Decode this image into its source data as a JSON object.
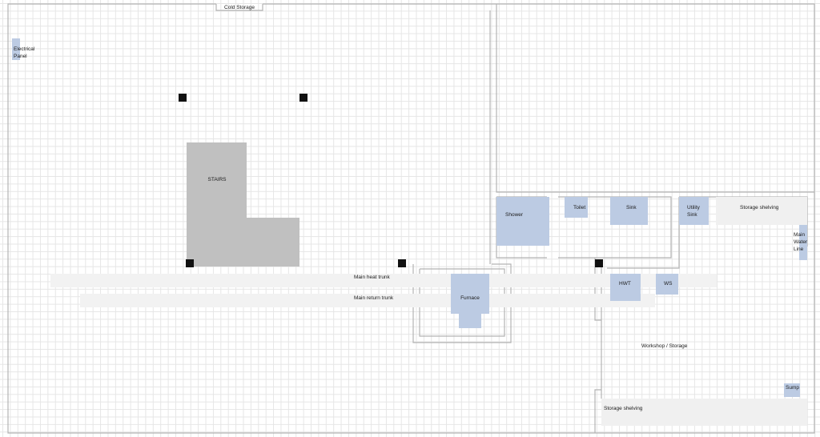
{
  "colors": {
    "fixture": "#bccbe3",
    "stairs": "#c0c0c0",
    "trunk": "#f2f2f2",
    "shelving": "#f0f0f0",
    "wall": "#b3b3b3",
    "post": "#111111"
  },
  "rooms": {
    "cold_storage": "Cold Storage",
    "workshop": "Workshop / Storage"
  },
  "fixtures": {
    "electrical_panel": [
      "Electrical",
      "Panel"
    ],
    "shower": "Shower",
    "toilet": "Toilet",
    "sink": "Sink",
    "utility_sink": [
      "Utility",
      "Sink"
    ],
    "main_water_line": [
      "Main",
      "Water",
      "Line"
    ],
    "hwt": "HWT",
    "ws": "WS",
    "furnace": "Furnace",
    "sump": "Sump"
  },
  "structures": {
    "stairs": "STAIRS",
    "storage_shelving_top": "Storage shelving",
    "storage_shelving_bottom": "Storage shelving"
  },
  "ducts": {
    "main_heat_trunk": "Main heat trunk",
    "main_return_trunk": "Main return trunk"
  }
}
